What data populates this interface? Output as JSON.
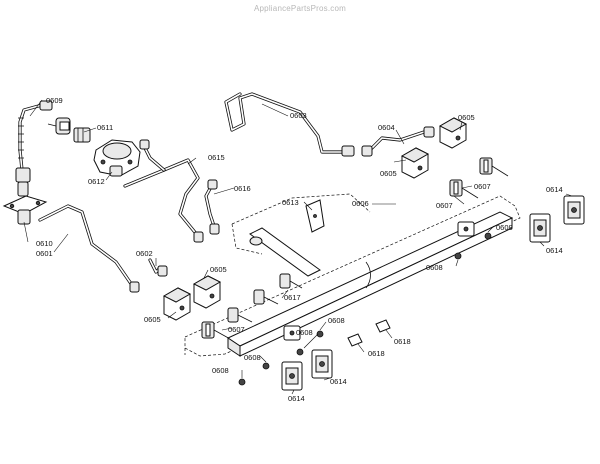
{
  "watermark": "AppliancePartsPros.com",
  "labels": {
    "p0609": "0609",
    "p0611": "0611",
    "p0612": "0612",
    "p0610": "0610",
    "p0601": "0601",
    "p0603": "0603",
    "p0604": "0604",
    "p0605_a": "0605",
    "p0605_b": "0605",
    "p0605_c": "0605",
    "p0605_d": "0605",
    "p0615": "0615",
    "p0616": "0616",
    "p0613": "0613",
    "p0606": "0606",
    "p0607_a": "0607",
    "p0607_b": "0607",
    "p0607_c": "0607",
    "p0602": "0602",
    "p0617": "0617",
    "p0608_a": "0608",
    "p0608_b": "0608",
    "p0608_c": "0608",
    "p0608_d": "0608",
    "p0608_e": "0608",
    "p0608_f": "0608",
    "p0614_a": "0614",
    "p0614_b": "0614",
    "p0614_c": "0614",
    "p0614_d": "0614",
    "p0618_a": "0618",
    "p0618_b": "0618"
  }
}
